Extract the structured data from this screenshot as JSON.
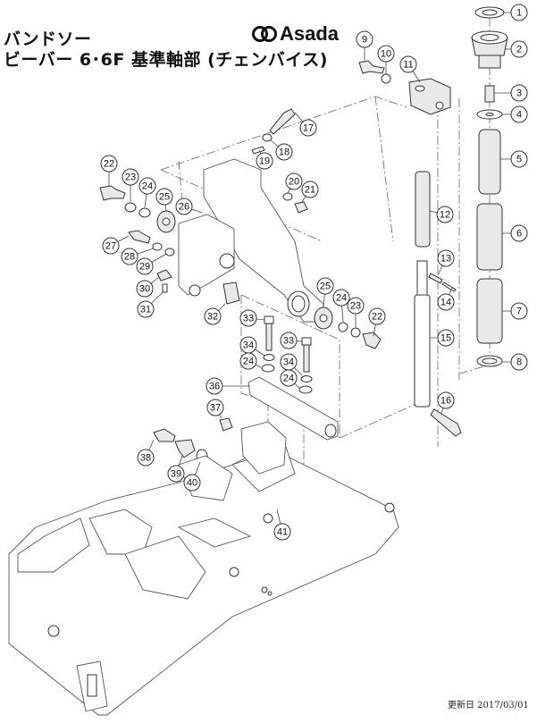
{
  "header": {
    "category": "バンドソー",
    "title": "ビーバー 6･6F 基準軸部 (チェンバイス)",
    "brand": "Asada",
    "brand_icon": "asada-rings-logo-icon"
  },
  "footer": {
    "updated": "更新日 2017/03/01"
  },
  "diagram": {
    "description": "Exploded parts diagram of vise reference shaft assembly",
    "callouts": [
      {
        "id": "1"
      },
      {
        "id": "2"
      },
      {
        "id": "3"
      },
      {
        "id": "4"
      },
      {
        "id": "5"
      },
      {
        "id": "6"
      },
      {
        "id": "7"
      },
      {
        "id": "8"
      },
      {
        "id": "9"
      },
      {
        "id": "10"
      },
      {
        "id": "11"
      },
      {
        "id": "12"
      },
      {
        "id": "13"
      },
      {
        "id": "14"
      },
      {
        "id": "15"
      },
      {
        "id": "16"
      },
      {
        "id": "17"
      },
      {
        "id": "18"
      },
      {
        "id": "19"
      },
      {
        "id": "20"
      },
      {
        "id": "21"
      },
      {
        "id": "22"
      },
      {
        "id": "23"
      },
      {
        "id": "24"
      },
      {
        "id": "25"
      },
      {
        "id": "26"
      },
      {
        "id": "27"
      },
      {
        "id": "28"
      },
      {
        "id": "29"
      },
      {
        "id": "30"
      },
      {
        "id": "31"
      },
      {
        "id": "32"
      },
      {
        "id": "33"
      },
      {
        "id": "34"
      },
      {
        "id": "24"
      },
      {
        "id": "33"
      },
      {
        "id": "34"
      },
      {
        "id": "24"
      },
      {
        "id": "25"
      },
      {
        "id": "24"
      },
      {
        "id": "23"
      },
      {
        "id": "22"
      },
      {
        "id": "36"
      },
      {
        "id": "37"
      },
      {
        "id": "38"
      },
      {
        "id": "39"
      },
      {
        "id": "40"
      },
      {
        "id": "41"
      }
    ]
  }
}
